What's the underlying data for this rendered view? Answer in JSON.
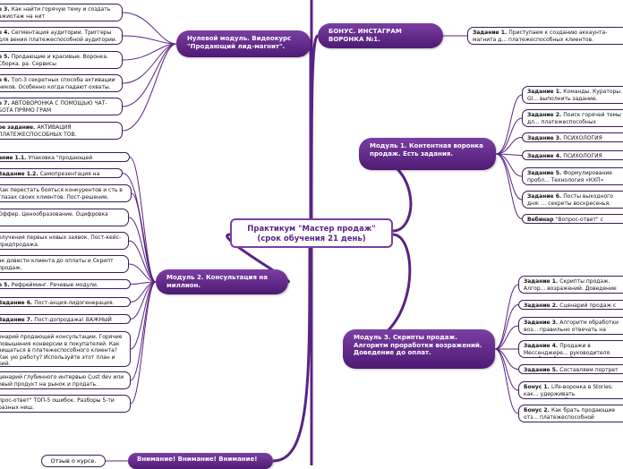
{
  "central": "Практикум \"Мастер продаж\" (срок обучения 21 день)",
  "colors": {
    "branch": "#5a2383",
    "node_top": "#7a3fa3",
    "node_bottom": "#4e1a73",
    "leaf_border": "#3b1a5a"
  },
  "bonus_module": {
    "title": "БОНУС. ИНСТАГРАМ ВОРОНКА №1.",
    "tasks": [
      {
        "label": "Задание 1.",
        "text": "Приступаем к созданию аккаунта-магнита д... платежеспособных клиентов."
      }
    ]
  },
  "module0": {
    "title": "Нулевой модуль. Видеокурс \"Продающий лид-магнит\".",
    "tasks": [
      {
        "label": "е 3.",
        "text": "Как найти горячую тему и создать ажиотаж на нит"
      },
      {
        "label": "е 4.",
        "text": "Сегментация аудитории. Триггеры для вения платежеспособной аудитории."
      },
      {
        "label": "е 5.",
        "text": "Продающие и красивые. Воронка. Сборка. ра. Сервисы"
      },
      {
        "label": "е 6.",
        "text": "Топ-3 секретных способа активации ников. Особенно когда падают охваты."
      },
      {
        "label": "е 7.",
        "text": "АВТОВОРОНКА С ПОМОЩЬЮ ЧАТ-БОТА ПРЯМО ГРАМ"
      },
      {
        "label": "ое задание.",
        "text": "АКТИВАЦИЯ ПЛАТЕЖЕСПОСОБНЫХ ТОВ."
      }
    ]
  },
  "module1": {
    "title": "Модуль 1. Контентная воронка продаж. Есть задания.",
    "tasks": [
      {
        "label": "Задание 1.",
        "text": "Команды. Кураторы. Gl... выполнить задание."
      },
      {
        "label": "Задание 2.",
        "text": "Поиск горячей темы дл... платежеспособных клиентов"
      },
      {
        "label": "Задание 3.",
        "text": "ПСИХОЛОГИЯ КЛИЕНТА"
      },
      {
        "label": "Задание 4.",
        "text": "ПСИХОЛОГИЯ КЛИЕНТА"
      },
      {
        "label": "Задание 5.",
        "text": "Формулирование пробл... Технология «КХП»"
      },
      {
        "label": "Задание 6.",
        "text": "Посты выходного дня: ... секреты воскресенья."
      },
      {
        "label": "Вебинар",
        "text": "\"Вопрос-ответ\" с Марией К..."
      }
    ]
  },
  "module2": {
    "title": "Модуль 2. Консультация на миллион.",
    "tasks": [
      {
        "label": "ание 1.1.",
        "text": "Упаковка \"продающей консультации\""
      },
      {
        "label": "Задание 1.2.",
        "text": "Самопрезентация на миллион."
      },
      {
        "label": "",
        "text": "Как перестать бояться конкурентов и сть в глазах своих клиентов. Пост-решение."
      },
      {
        "label": "",
        "text": "Оффер. Ценообразование. Оцифровка"
      },
      {
        "label": "",
        "text": "олучения первых новых заявок. Пост-кейс- предпродажа."
      },
      {
        "label": "",
        "text": "ак довести клиента до оплаты и Скрипт продаж."
      },
      {
        "label": "е 5.",
        "text": "Рефрейминг. Речевые модули. Триггеры."
      },
      {
        "label": "Задание 6.",
        "text": "Пост-акция-лидогенерация."
      },
      {
        "label": "Задание 7.",
        "text": "Пост-допродажа! ВАЖНЫЙ ПОСТ!"
      },
      {
        "label": "",
        "text": "енарий продающей консультации. Горячие повышения конверсии в покупателей. Как вищаться в платежеспособного клиента? Как ую работу? Используйте этот план и рий."
      },
      {
        "label": "",
        "text": "ценарий глубинного интервью Cust dev или овый продукт на рынок и продать."
      },
      {
        "label": "",
        "text": "прос-ответ\" ТОП-5 ошибок. Разборы 5-ти разных ниш."
      }
    ]
  },
  "module3": {
    "title": "Модуль 3. Скрипты продаж. Алгоритм проработки возражений. Доведение до оплат.",
    "tasks": [
      {
        "label": "Задание 1.",
        "text": "Скрипты продаж. Алгор... возражений. Доведение до оплат"
      },
      {
        "label": "Задание 2.",
        "text": "Сценарий продаж с пла..."
      },
      {
        "label": "Задание 3.",
        "text": "Алгоритм обработки воз... правильно отвечать на комментари..."
      },
      {
        "label": "Задание 4.",
        "text": "Продажи в Мессенджере... руководителя службы заботы Ольги..."
      },
      {
        "label": "Задание 5.",
        "text": "Составляем портрет иде..."
      },
      {
        "label": "Бонус 1.",
        "text": "Life-воронка в Stories: как... удерживать платежеспособных клиен..."
      },
      {
        "label": "Бонус 2.",
        "text": "Как брать продающие отз... платежеспособной аудитории."
      }
    ]
  },
  "attention_node": "Внимание! Внимание! Внимание!",
  "feedback_node": "Отзыв о курсе."
}
